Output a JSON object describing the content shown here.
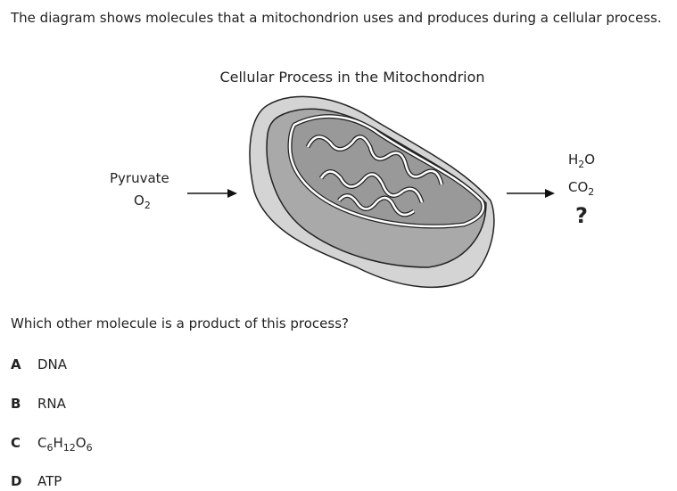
{
  "prompt": "The diagram shows molecules that a mitochondrion uses and produces during a cellular process.",
  "diagram": {
    "title": "Cellular Process in the Mitochondrion",
    "inputs": {
      "pyruvate": "Pyruvate",
      "o2_main": "O",
      "o2_sub": "2"
    },
    "outputs": {
      "h2o_h": "H",
      "h2o_sub": "2",
      "h2o_o": "O",
      "co2_main": "CO",
      "co2_sub": "2",
      "unknown": "?"
    }
  },
  "question": "Which other molecule is a product of this process?",
  "choices": [
    {
      "letter": "A",
      "text": "DNA"
    },
    {
      "letter": "B",
      "text": "RNA"
    },
    {
      "letter": "C",
      "parts": [
        "C",
        "6",
        "H",
        "12",
        "O",
        "6"
      ]
    },
    {
      "letter": "D",
      "text": "ATP"
    }
  ]
}
